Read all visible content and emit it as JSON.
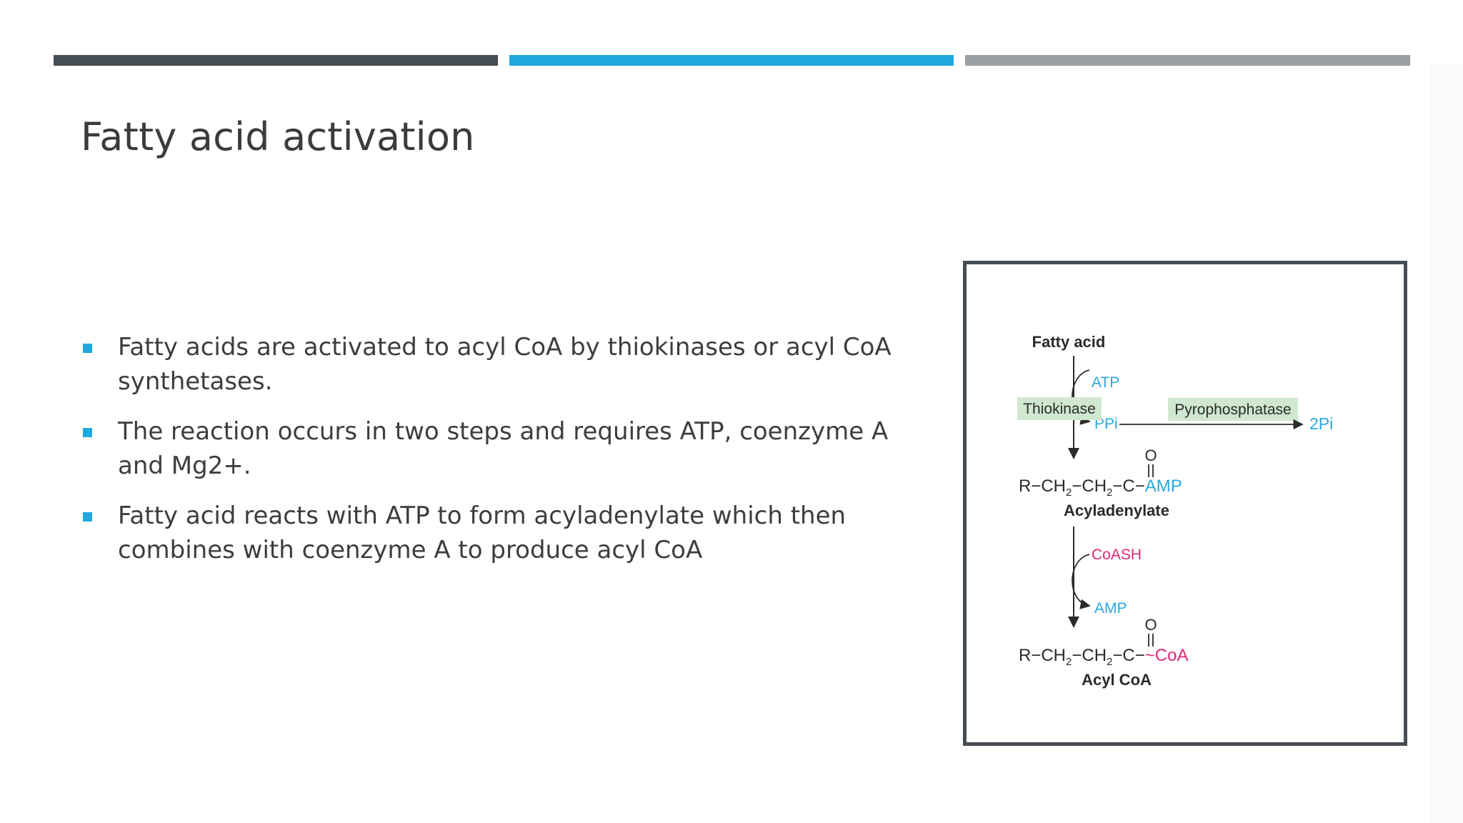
{
  "slide": {
    "title": "Fatty acid activation",
    "accent_colors": {
      "dark": "#464c53",
      "blue": "#1ea9e1",
      "gray": "#9aa0a3"
    }
  },
  "bullets": [
    {
      "text": "Fatty acids are activated to acyl CoA by thiokinases or acyl CoA synthetases."
    },
    {
      "text": "The reaction occurs in two steps and requires ATP, coenzyme A and Mg2+."
    },
    {
      "text": "Fatty acid reacts with ATP to form acyladenylate which then combines with coenzyme A to produce acyl CoA"
    }
  ],
  "diagram": {
    "substrate": "Fatty acid",
    "enzyme_1": "Thiokinase",
    "input_1": "ATP",
    "output_1": "PPi",
    "enzyme_2": "Pyrophosphatase",
    "product_2": "2Pi",
    "intermediate_chain": "R−CH",
    "chain_mid": "−CH",
    "subscript": "2",
    "carbon": "−C−",
    "oxygen": "O",
    "intermediate_group": "AMP",
    "intermediate_name": "Acyladenylate",
    "input_2": "CoASH",
    "output_2": "AMP",
    "product_link": "~",
    "product_group": "CoA",
    "product_name": "Acyl CoA",
    "colors": {
      "blue": "#29a9e0",
      "pink": "#e0287a",
      "enzyme_bg": "#cfe8cf",
      "ink": "#2b2b2b"
    }
  }
}
